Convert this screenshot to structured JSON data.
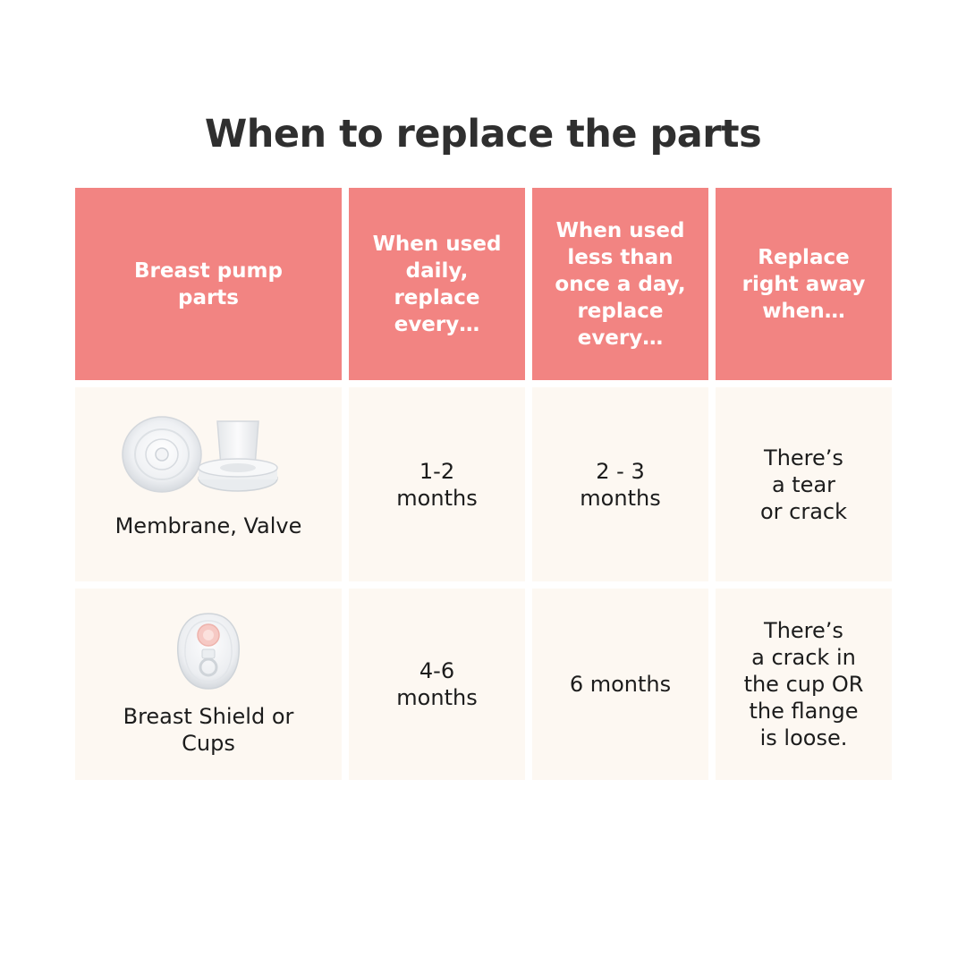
{
  "title": "When to replace the parts",
  "colors": {
    "header_bg": "#f28482",
    "row_bg": "#fdf8f2",
    "title_text": "#2f2f2f"
  },
  "table": {
    "headers": [
      "Breast pump\nparts",
      "When used\ndaily,\nreplace\nevery…",
      "When used\nless than\nonce a day,\nreplace\nevery…",
      "Replace\nright away\nwhen…"
    ],
    "rows": [
      {
        "part": "Membrane, Valve",
        "daily": "1-2\nmonths",
        "less_than_daily": "2 - 3\nmonths",
        "replace_when": "There’s\na tear\nor crack"
      },
      {
        "part": "Breast Shield or\nCups",
        "daily": "4-6\nmonths",
        "less_than_daily": "6 months",
        "replace_when": "There’s\na crack in\nthe cup OR\nthe flange\nis loose."
      }
    ]
  }
}
